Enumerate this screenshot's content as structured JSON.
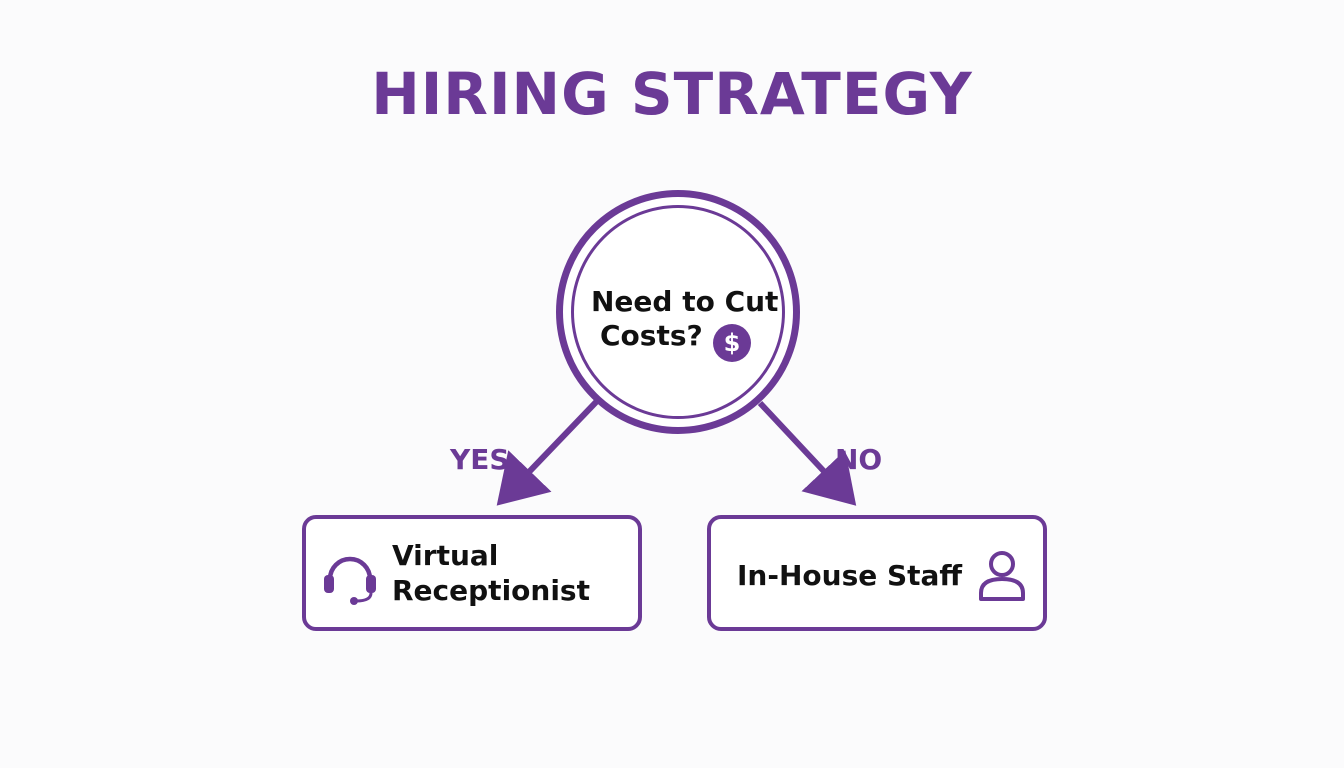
{
  "colors": {
    "accent": "#6b3a96",
    "text": "#111111",
    "background": "#fbfbfc"
  },
  "title": "HIRING STRATEGY",
  "decision": {
    "line1": "Need to Cut",
    "line2": "Costs?",
    "badge_symbol": "$",
    "badge_icon": "dollar-icon"
  },
  "branches": {
    "yes_label": "YES",
    "no_label": "NO"
  },
  "outcomes": {
    "left": {
      "line1": "Virtual",
      "line2": "Receptionist",
      "icon": "headset-icon"
    },
    "right": {
      "label": "In-House Staff",
      "icon": "user-icon"
    }
  }
}
